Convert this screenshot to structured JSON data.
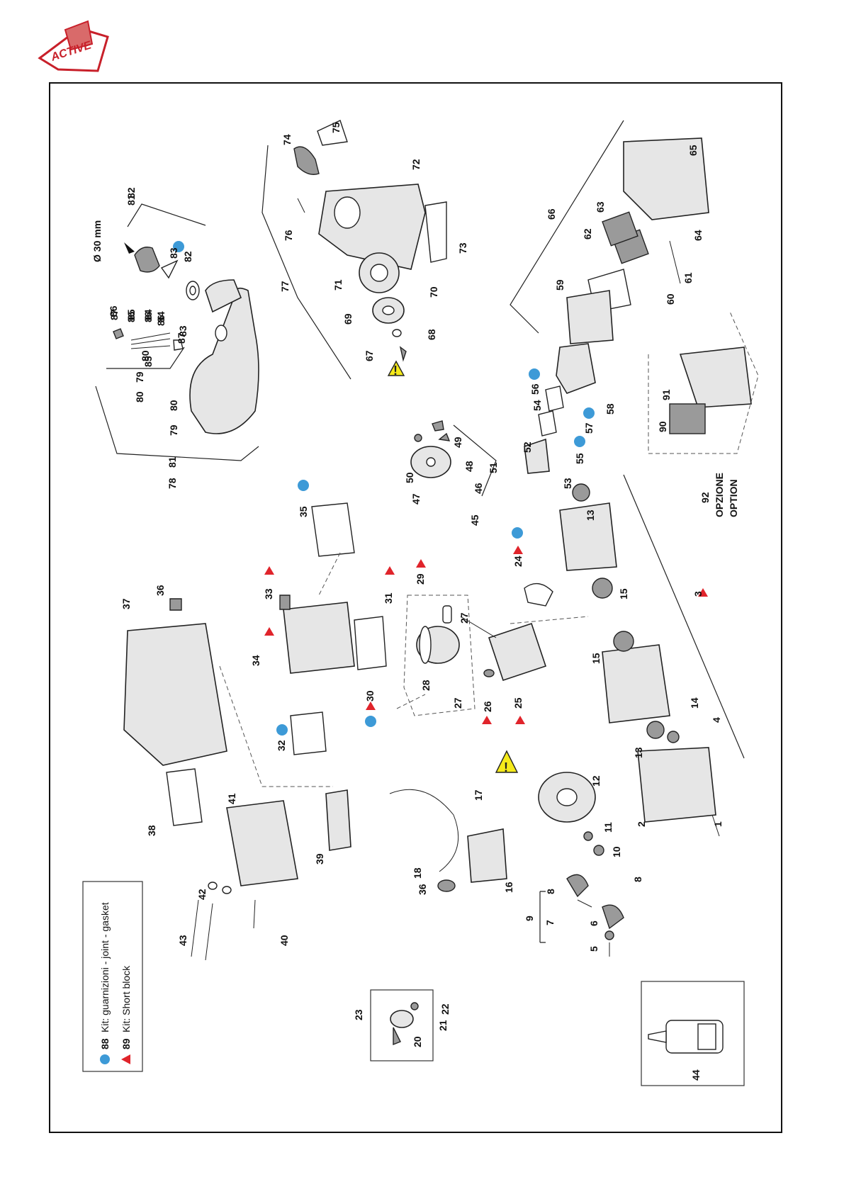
{
  "logo": {
    "text": "ACTIVE",
    "colors": {
      "primary": "#c8202a",
      "secondary": "#d96a6a"
    }
  },
  "legend": {
    "kit_gasket": {
      "number": "88",
      "text": "Kit: guarnizioni - joint - gasket",
      "symbol": "blue-circle",
      "color": "#3d9ad7"
    },
    "kit_short_block": {
      "number": "89",
      "text": "Kit: Short block",
      "symbol": "red-triangle",
      "color": "#e0242b"
    }
  },
  "annotations": {
    "tank_cap_diameter": "Ø 30 mm",
    "option_label_it": "OPZIONE",
    "option_label_en": "OPTION"
  },
  "colors": {
    "warning_yellow": "#f5ea1a",
    "frame": "#111111"
  },
  "part_numbers": [
    "1",
    "2",
    "3",
    "4",
    "5",
    "6",
    "7",
    "8",
    "8",
    "8",
    "9",
    "10",
    "11",
    "12",
    "13",
    "13",
    "13",
    "14",
    "15",
    "15",
    "16",
    "17",
    "18",
    "20",
    "21",
    "22",
    "23",
    "24",
    "25",
    "26",
    "27",
    "27",
    "28",
    "29",
    "30",
    "31",
    "32",
    "33",
    "34",
    "35",
    "36",
    "36",
    "37",
    "38",
    "39",
    "40",
    "41",
    "42",
    "43",
    "44",
    "45",
    "46",
    "47",
    "48",
    "49",
    "50",
    "51",
    "52",
    "53",
    "54",
    "55",
    "56",
    "57",
    "58",
    "59",
    "60",
    "61",
    "62",
    "63",
    "64",
    "65",
    "66",
    "67",
    "68",
    "69",
    "70",
    "71",
    "72",
    "73",
    "74",
    "75",
    "76",
    "77",
    "78",
    "79",
    "80",
    "81",
    "82",
    "83",
    "84",
    "85",
    "86",
    "86",
    "87",
    "90",
    "91",
    "92"
  ]
}
